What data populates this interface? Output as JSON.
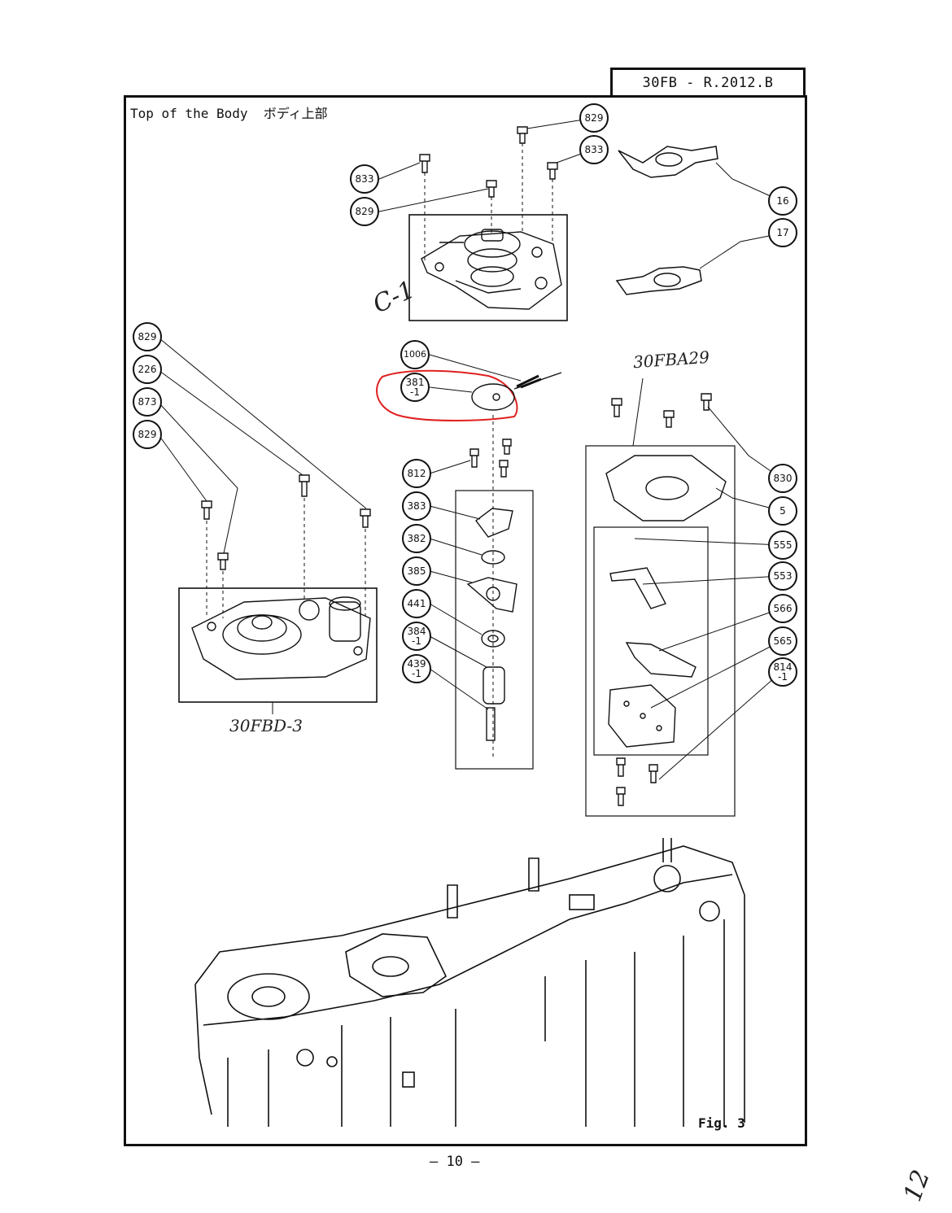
{
  "header": {
    "code": "30FB - R.2012.B",
    "title": "Top of the Body  ボディ上部"
  },
  "handwritten": {
    "c1": "C-1",
    "top_right_assembly": "30FBA29",
    "left_assembly": "30FBD-3",
    "margin_mark": "12"
  },
  "callouts": [
    {
      "id": "c829a",
      "label": "829"
    },
    {
      "id": "c833a",
      "label": "833"
    },
    {
      "id": "c833b",
      "label": "833"
    },
    {
      "id": "c829b",
      "label": "829"
    },
    {
      "id": "c16",
      "label": "16"
    },
    {
      "id": "c17",
      "label": "17"
    },
    {
      "id": "c829c",
      "label": "829"
    },
    {
      "id": "c226",
      "label": "226"
    },
    {
      "id": "c873",
      "label": "873"
    },
    {
      "id": "c829d",
      "label": "829"
    },
    {
      "id": "c1006",
      "label": "1006"
    },
    {
      "id": "c381",
      "label": "381\n-1"
    },
    {
      "id": "c812",
      "label": "812"
    },
    {
      "id": "c383",
      "label": "383"
    },
    {
      "id": "c382",
      "label": "382"
    },
    {
      "id": "c385",
      "label": "385"
    },
    {
      "id": "c441",
      "label": "441"
    },
    {
      "id": "c384",
      "label": "384\n-1"
    },
    {
      "id": "c439",
      "label": "439\n-1"
    },
    {
      "id": "c830",
      "label": "830"
    },
    {
      "id": "c5",
      "label": "5"
    },
    {
      "id": "c555",
      "label": "555"
    },
    {
      "id": "c553",
      "label": "553"
    },
    {
      "id": "c566",
      "label": "566"
    },
    {
      "id": "c565",
      "label": "565"
    },
    {
      "id": "c814",
      "label": "814\n-1"
    }
  ],
  "footer": {
    "figure": "Fig. 3",
    "page": "— 10 —"
  },
  "colors": {
    "ink": "#111111",
    "highlight": "#e02020"
  }
}
